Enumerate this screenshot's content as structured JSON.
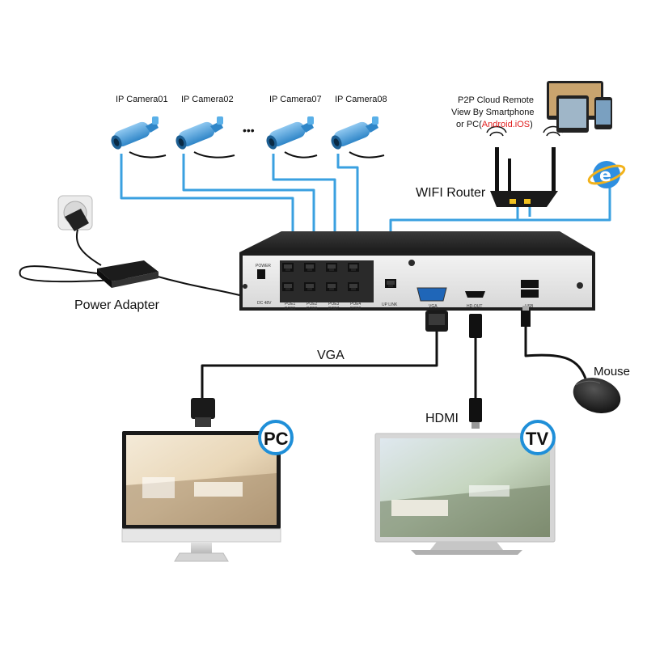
{
  "cameras": [
    {
      "label": "IP Camera01"
    },
    {
      "label": "IP Camera02"
    },
    {
      "label": "IP Camera07"
    },
    {
      "label": "IP Camera08"
    }
  ],
  "ellipsis": "•••",
  "p2p": {
    "line1": "P2P Cloud Remote",
    "line2": "View By Smartphone",
    "line3_prefix": "or PC(",
    "line3_os": "Android.iOS",
    "line3_suffix": ")"
  },
  "router_label": "WIFI Router",
  "power_adapter_label": "Power Adapter",
  "vga_label": "VGA",
  "hdmi_label": "HDMI",
  "mouse_label": "Mouse",
  "pc_badge": "PC",
  "tv_badge": "TV",
  "browser_icon_letter": "e",
  "nvr": {
    "power_label": "POWER",
    "dc_label": "DC 48V",
    "poe_top": [
      "POE1",
      "POE2",
      "POE3",
      "POE4"
    ],
    "poe_bottom": [
      "POE5",
      "POE6",
      "POE7",
      "POE8"
    ],
    "uplink_label": "UP LINK",
    "vga_port_label": "VGA",
    "hdmi_port_label": "HD-OUT",
    "usb_port_label": "USB"
  },
  "colors": {
    "ethernet_cable": "#3aa0e0",
    "os_text": "#e02020",
    "badge_ring": "#1f8fd8",
    "nvr_body": "#2b2b2b"
  }
}
